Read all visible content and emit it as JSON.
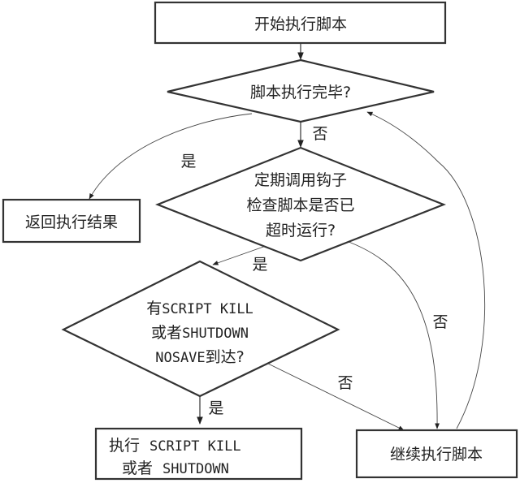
{
  "nodes": {
    "start": {
      "label": "开始执行脚本"
    },
    "done_check": {
      "label": "脚本执行完毕?"
    },
    "timeout_check": {
      "line1": "定期调用钩子",
      "line2": "检查脚本是否已",
      "line3": "超时运行?"
    },
    "return_result": {
      "label": "返回执行结果"
    },
    "kill_check": {
      "line1_cn": "有",
      "line1_code": "SCRIPT KILL",
      "line2_cn": "或者",
      "line2_code": "SHUTDOWN",
      "line3_code": "NOSAVE",
      "line3_cn": "到达?"
    },
    "exec_kill": {
      "line1_cn": "执行",
      "line1_code": "SCRIPT KILL",
      "line2_cn": "或者",
      "line2_code": "SHUTDOWN"
    },
    "continue": {
      "label": "继续执行脚本"
    }
  },
  "edge_labels": {
    "done_yes": "是",
    "done_no": "否",
    "timeout_yes": "是",
    "timeout_no": "否",
    "kill_yes": "是",
    "kill_no": "否"
  }
}
